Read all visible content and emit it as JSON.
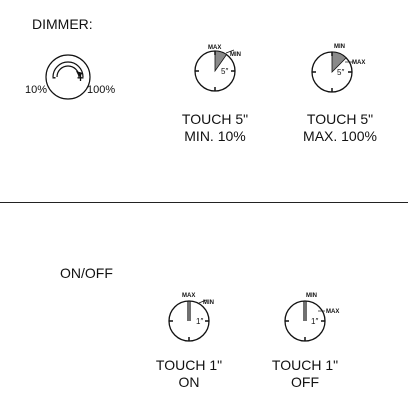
{
  "dimmer": {
    "heading": "DIMMER:",
    "knob": {
      "minus": "-",
      "plus": "+",
      "min_label": "10%",
      "max_label": "100%"
    },
    "dials": [
      {
        "top_left_label": "MAX",
        "top_right_label": "MIN",
        "time": "5″",
        "caption_line1": "TOUCH 5\"",
        "caption_line2": "MIN. 10%"
      },
      {
        "top_label": "MIN",
        "right_label": "MAX",
        "time": "5″",
        "caption_line1": "TOUCH 5\"",
        "caption_line2": "MAX. 100%"
      }
    ]
  },
  "onoff": {
    "heading": "ON/OFF",
    "dials": [
      {
        "top_left_label": "MAX",
        "top_right_label": "MIN",
        "time": "1″",
        "caption_line1": "TOUCH 1\"",
        "caption_line2": "ON"
      },
      {
        "top_label": "MIN",
        "right_label": "MAX",
        "time": "1″",
        "caption_line1": "TOUCH 1\"",
        "caption_line2": "OFF"
      }
    ]
  },
  "colors": {
    "line": "#111111",
    "shade": "#8a8a8a"
  }
}
